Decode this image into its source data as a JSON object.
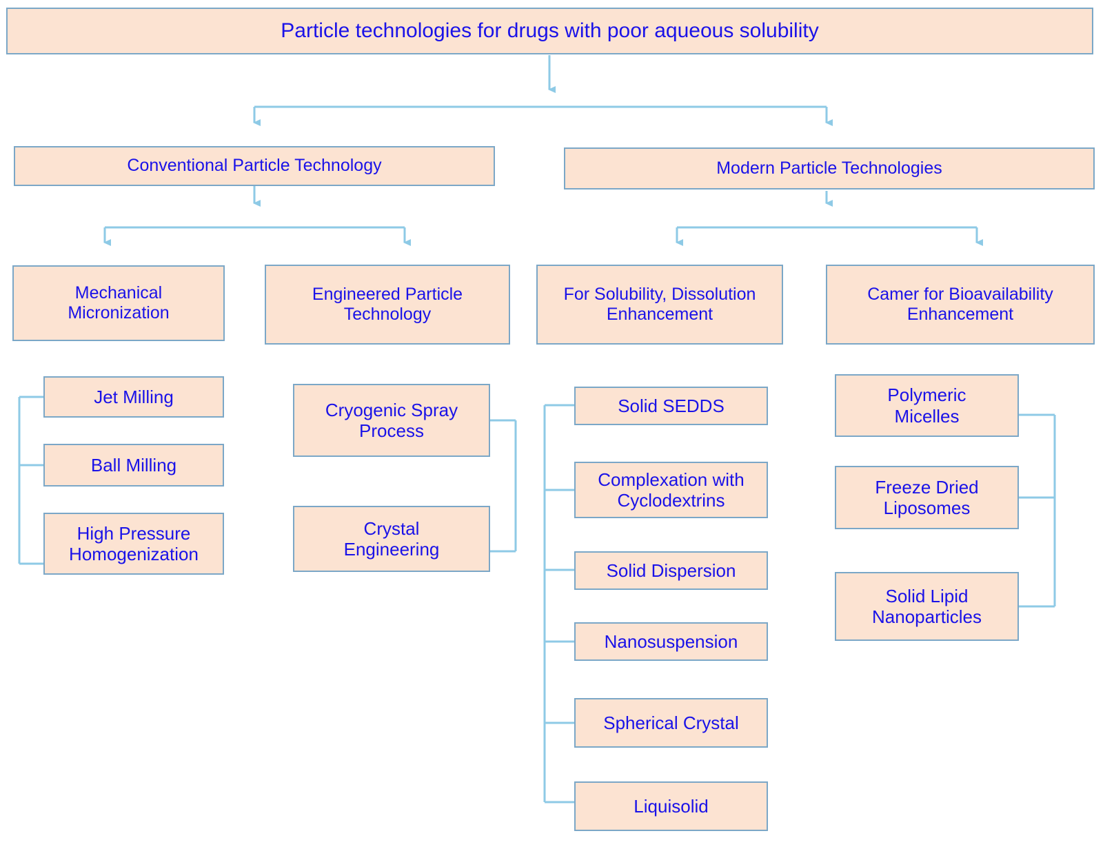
{
  "diagram": {
    "type": "flowchart-tree",
    "title": "Particle technologies for drugs with poor aqueous solubility",
    "colors": {
      "box_fill": "#fce3d2",
      "box_border": "#7ba7c7",
      "text": "#1a12e8",
      "connector": "#8ecae6",
      "background": "#ffffff"
    },
    "root": {
      "label": "Particle technologies for drugs with poor aqueous solubility"
    },
    "level2": [
      {
        "label": "Conventional Particle Technology"
      },
      {
        "label": "Modern Particle Technologies"
      }
    ],
    "level3": [
      {
        "label": "Mechanical\nMicronization"
      },
      {
        "label": "Engineered Particle\nTechnology"
      },
      {
        "label": "For Solubility, Dissolution\nEnhancement"
      },
      {
        "label": "Camer for Bioavailability\nEnhancement"
      }
    ],
    "branches": [
      {
        "parent": "Mechanical Micronization",
        "bracket_side": "left",
        "leaves": [
          {
            "label": "Jet Milling"
          },
          {
            "label": "Ball Milling"
          },
          {
            "label": "High Pressure\nHomogenization"
          }
        ]
      },
      {
        "parent": "Engineered Particle Technology",
        "bracket_side": "right",
        "leaves": [
          {
            "label": "Cryogenic Spray\nProcess"
          },
          {
            "label": "Crystal\nEngineering"
          }
        ]
      },
      {
        "parent": "For Solubility, Dissolution Enhancement",
        "bracket_side": "left",
        "leaves": [
          {
            "label": "Solid SEDDS"
          },
          {
            "label": "Complexation with\nCyclodextrins"
          },
          {
            "label": "Solid Dispersion"
          },
          {
            "label": "Nanosuspension"
          },
          {
            "label": "Spherical Crystal"
          },
          {
            "label": "Liquisolid"
          }
        ]
      },
      {
        "parent": "Camer for Bioavailability Enhancement",
        "bracket_side": "right",
        "leaves": [
          {
            "label": "Polymeric\nMicelles"
          },
          {
            "label": "Freeze Dried\nLiposomes"
          },
          {
            "label": "Solid Lipid\nNanoparticles"
          }
        ]
      }
    ]
  }
}
